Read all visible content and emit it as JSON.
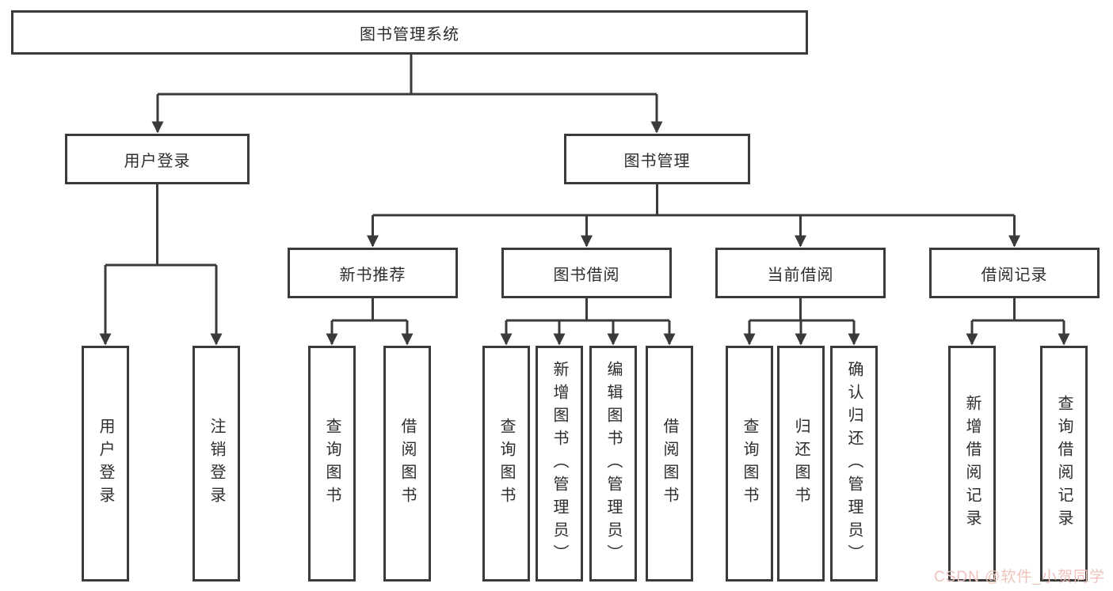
{
  "diagram": {
    "title": "图书管理系统",
    "branches": [
      {
        "label": "用户登录",
        "leaves": [
          "用户登录",
          "注销登录"
        ]
      },
      {
        "label": "图书管理",
        "sections": [
          {
            "label": "新书推荐",
            "leaves": [
              "查询图书",
              "借阅图书"
            ]
          },
          {
            "label": "图书借阅",
            "leaves": [
              "查询图书",
              "新增图书（管理员）",
              "编辑图书（管理员）",
              "借阅图书"
            ]
          },
          {
            "label": "当前借阅",
            "leaves": [
              "查询图书",
              "归还图书",
              "确认归还（管理员）"
            ]
          },
          {
            "label": "借阅记录",
            "leaves": [
              "新增借阅记录",
              "查询借阅记录"
            ]
          }
        ]
      }
    ]
  },
  "watermark": {
    "text": "CSDN @软件_小贺同学"
  },
  "colors": {
    "line": "#3a3a3a",
    "text": "#2d2d2d",
    "watermark": "#eec2bb",
    "background": "#ffffff"
  }
}
